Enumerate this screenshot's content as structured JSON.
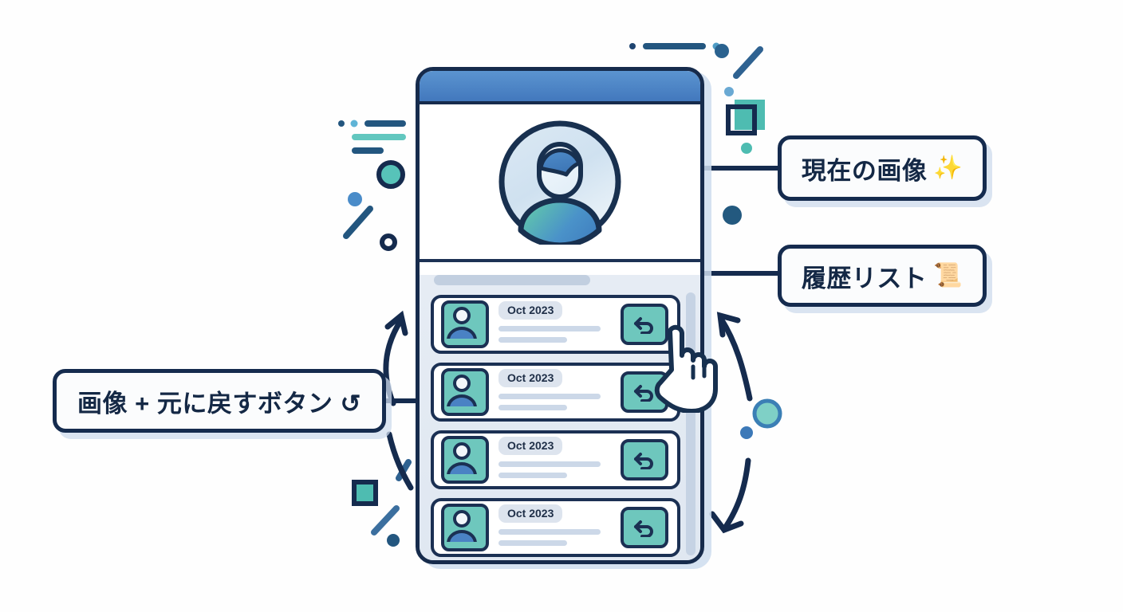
{
  "diagram": {
    "title_concept": "プロフィール画像の履歴と復元",
    "colors": {
      "navy": "#162b4c",
      "blue_header": "#4278bd",
      "teal": "#6ec7bd",
      "panel_bg": "#e6ecf4",
      "chip_bg": "#dde4ee",
      "placeholder": "#ccd8e8",
      "accent_dot_blue": "#3c79b8",
      "callout_bg": "#fbfcfd"
    }
  },
  "callouts": [
    {
      "id": "current-image",
      "text": "現在の画像",
      "emoji": "✨"
    },
    {
      "id": "history-list",
      "text": "履歴リスト",
      "emoji": "📜"
    },
    {
      "id": "item-anatomy",
      "text": "画像 + 元に戻すボタン ↺",
      "emoji": ""
    }
  ],
  "phone": {
    "header": {
      "label": ""
    },
    "hero": {
      "avatar_alt": "現在のプロフィール画像"
    },
    "list": {
      "title_placeholder": "",
      "scrollbar": {
        "visible": true
      },
      "items": [
        {
          "date": "Oct 2023",
          "undo_label": "↺",
          "avatar_alt": "履歴サムネイル"
        },
        {
          "date": "Oct 2023",
          "undo_label": "↺",
          "avatar_alt": "履歴サムネイル"
        },
        {
          "date": "Oct 2023",
          "undo_label": "↺",
          "avatar_alt": "履歴サムネイル"
        },
        {
          "date": "Oct 2023",
          "undo_label": "↺",
          "avatar_alt": "履歴サムネイル"
        }
      ]
    }
  },
  "cursor": {
    "type": "pointing-hand",
    "target": "undo-button-row-1"
  },
  "decor": {
    "arrows": [
      {
        "name": "left-arrow-up",
        "direction": "up"
      },
      {
        "name": "right-arrow-up",
        "direction": "up"
      },
      {
        "name": "right-arrow-down",
        "direction": "down"
      }
    ],
    "shapes": [
      "dashed-line-top-right",
      "dashed-lines-left",
      "teal-ring-circle-left",
      "blue-dot-left",
      "diagonal-line-left",
      "navy-ring-left",
      "teal-square-right",
      "navy-square-outline-right",
      "teal-dot-right",
      "navy-dot-right",
      "teal-ring-circle-right",
      "teal-square-bottom-left",
      "diagonal-lines-bottom-left",
      "navy-dot-bottom-left"
    ]
  }
}
